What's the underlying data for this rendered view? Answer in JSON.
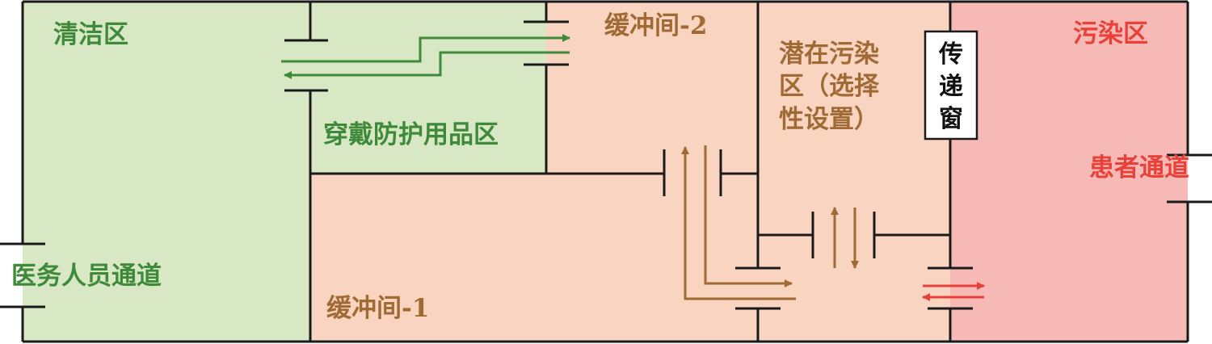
{
  "colors": {
    "clean": "#d9e8c4",
    "buffer": "#f9d4c1",
    "contaminated": "#f7b9b6",
    "wall": "#1a1a1a",
    "green": "#3e8a3a",
    "brown": "#a06a35",
    "red": "#e8413a"
  },
  "zones": {
    "clean": "清洁区",
    "ppe_don": "穿戴防护用品区",
    "buffer2": "缓冲间-2",
    "buffer1": "缓冲间-1",
    "potential": [
      "潜在污染",
      "区（选择",
      "性设置）"
    ],
    "contaminated": "污染区"
  },
  "passages": {
    "staff": "医务人员通道",
    "patient": "患者通道"
  },
  "pass_window": [
    "传",
    "递",
    "窗"
  ]
}
